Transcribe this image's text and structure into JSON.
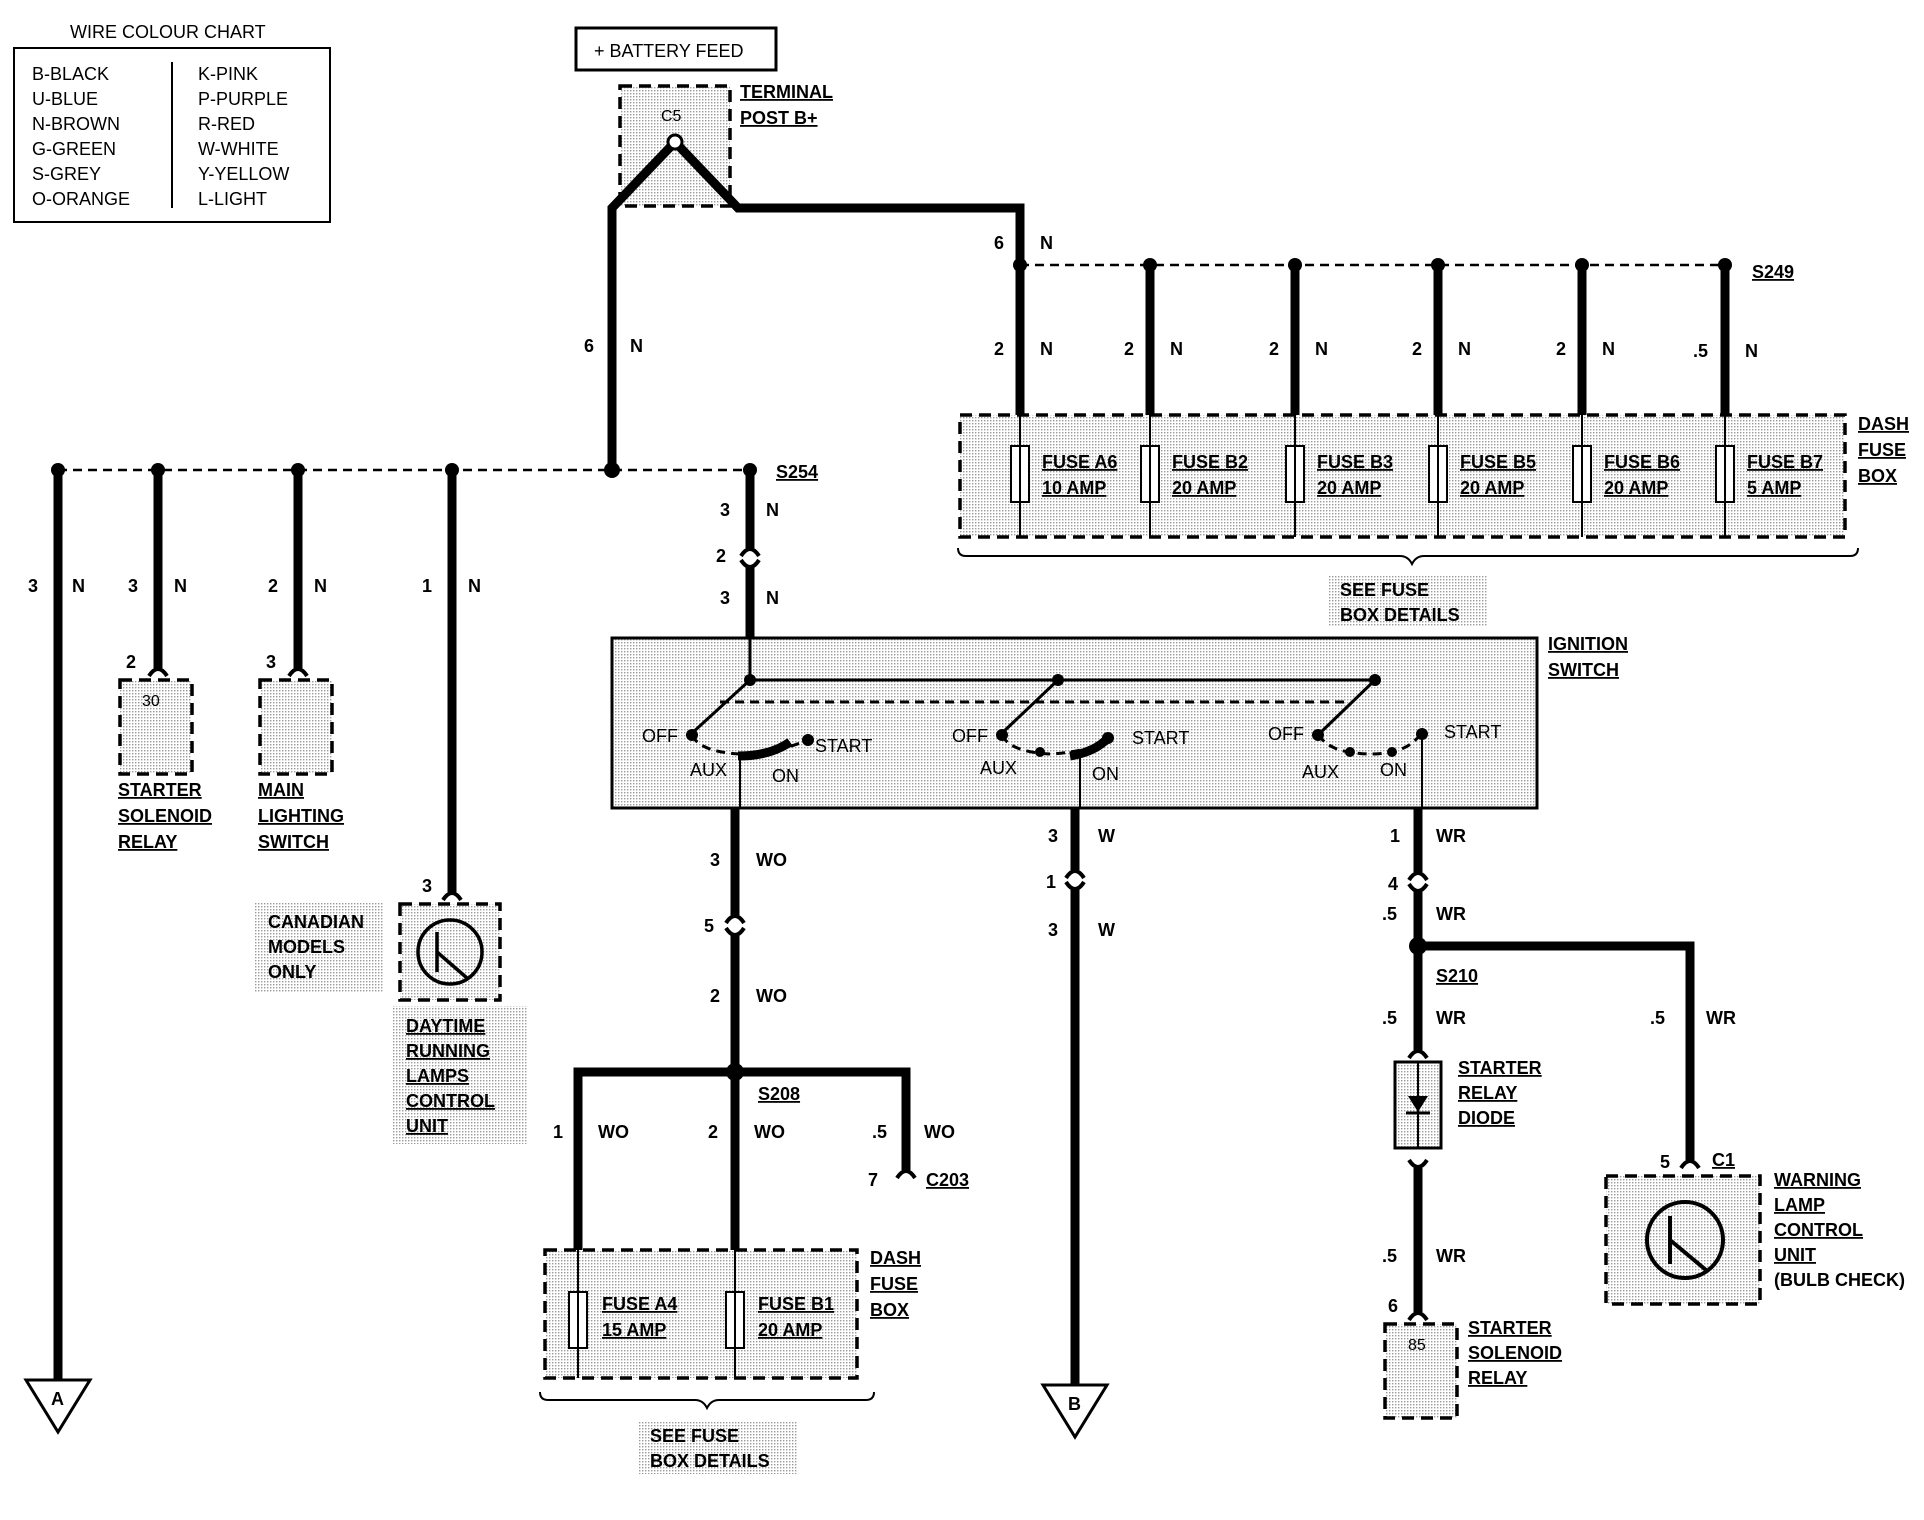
{
  "legend": {
    "title": "WIRE COLOUR CHART",
    "left": [
      "B-BLACK",
      "U-BLUE",
      "N-BROWN",
      "G-GREEN",
      "S-GREY",
      "O-ORANGE"
    ],
    "right": [
      "K-PINK",
      "P-PURPLE",
      "R-RED",
      "W-WHITE",
      "Y-YELLOW",
      "L-LIGHT"
    ]
  },
  "battery": {
    "feed": "+ BATTERY FEED",
    "connector": "C5",
    "terminal": [
      "TERMINAL",
      "POST B+"
    ]
  },
  "splices": {
    "s249": "S249",
    "s254": "S254",
    "s208": "S208",
    "s210": "S210",
    "c203": "C203",
    "c1": "C1"
  },
  "dash_fuse_box_top": {
    "label": [
      "DASH",
      "FUSE",
      "BOX"
    ],
    "fuses": [
      {
        "name": "FUSE A6",
        "rating": "10 AMP"
      },
      {
        "name": "FUSE B2",
        "rating": "20 AMP"
      },
      {
        "name": "FUSE B3",
        "rating": "20 AMP"
      },
      {
        "name": "FUSE B5",
        "rating": "20 AMP"
      },
      {
        "name": "FUSE B6",
        "rating": "20 AMP"
      },
      {
        "name": "FUSE B7",
        "rating": "5 AMP"
      }
    ],
    "see_details": [
      "SEE FUSE",
      "BOX DETAILS"
    ]
  },
  "dash_fuse_box_bottom": {
    "label": [
      "DASH",
      "FUSE",
      "BOX"
    ],
    "fuses": [
      {
        "name": "FUSE A4",
        "rating": "15 AMP"
      },
      {
        "name": "FUSE B1",
        "rating": "20 AMP"
      }
    ],
    "see_details": [
      "SEE FUSE",
      "BOX DETAILS"
    ]
  },
  "ignition_switch": {
    "label": [
      "IGNITION",
      "SWITCH"
    ],
    "positions": {
      "off": "OFF",
      "aux": "AUX",
      "on": "ON",
      "start": "START"
    }
  },
  "components": {
    "starter_solenoid_relay_1": {
      "pin": "30",
      "label": [
        "STARTER",
        "SOLENOID",
        "RELAY"
      ]
    },
    "main_lighting_switch": {
      "label": [
        "MAIN",
        "LIGHTING",
        "SWITCH"
      ]
    },
    "canadian_note": [
      "CANADIAN",
      "MODELS",
      "ONLY"
    ],
    "drl_control_unit": {
      "label": [
        "DAYTIME",
        "RUNNING",
        "LAMPS",
        "CONTROL",
        "UNIT"
      ]
    },
    "starter_relay_diode": {
      "label": [
        "STARTER",
        "RELAY",
        "DIODE"
      ]
    },
    "warning_lamp_control_unit": {
      "label": [
        "WARNING",
        "LAMP",
        "CONTROL",
        "UNIT",
        "(BULB CHECK)"
      ]
    },
    "starter_solenoid_relay_2": {
      "pin": "85",
      "label": [
        "STARTER",
        "SOLENOID",
        "RELAY"
      ]
    }
  },
  "off_page": {
    "a": "A",
    "b": "B"
  },
  "wire_labels": {
    "feed_left": [
      "6",
      "N"
    ],
    "feed_right": [
      "6",
      "N"
    ],
    "fuse_feeds": [
      [
        "2",
        "N"
      ],
      [
        "2",
        "N"
      ],
      [
        "2",
        "N"
      ],
      [
        "2",
        "N"
      ],
      [
        "2",
        "N"
      ],
      [
        ".5",
        "N"
      ]
    ],
    "branch_a": [
      "3",
      "N"
    ],
    "branch_starter": [
      "3",
      "N"
    ],
    "branch_lighting": [
      "2",
      "N"
    ],
    "branch_drl": [
      "1",
      "N"
    ],
    "to_ign_top": [
      "3",
      "N"
    ],
    "to_ign_bottom": [
      "3",
      "N"
    ],
    "ign_pin_top": "2",
    "pin_starter": "2",
    "pin_lighting": "3",
    "pin_drl": "3",
    "wo_top": [
      "3",
      "WO"
    ],
    "wo_pin": "5",
    "wo_mid": [
      "2",
      "WO"
    ],
    "wo_left": [
      "1",
      "WO"
    ],
    "wo_center": [
      "2",
      "WO"
    ],
    "wo_right": [
      ".5",
      "WO"
    ],
    "c203_pin": "7",
    "w_top": [
      "3",
      "W"
    ],
    "w_pin": "1",
    "w_bottom": [
      "3",
      "W"
    ],
    "wr_top": [
      "1",
      "WR"
    ],
    "wr_pin": "4",
    "wr_second": [
      ".5",
      "WR"
    ],
    "wr_below_s210": [
      ".5",
      "WR"
    ],
    "wr_right": [
      ".5",
      "WR"
    ],
    "wr_below_diode": [
      ".5",
      "WR"
    ],
    "c1_pin": "5",
    "relay2_pin": "6"
  }
}
